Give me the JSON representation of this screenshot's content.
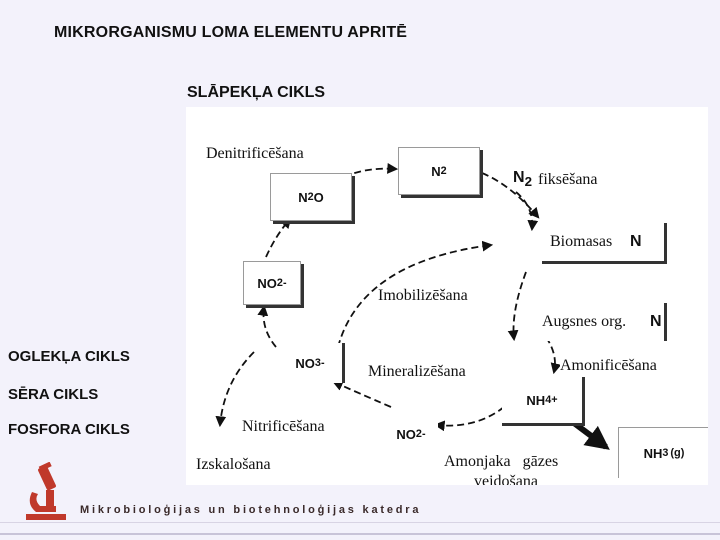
{
  "slide": {
    "title": "MIKRORGANISMU LOMA ELEMENTU APRITĒ",
    "subtitle": "SLĀPEKĻA CIKLS"
  },
  "side_links": [
    "OGLEKĻA CIKLS",
    "SĒRA CIKLS",
    "FOSFORA CIKLS"
  ],
  "diagram": {
    "boxes": {
      "n2": {
        "main": "N",
        "sub": "2"
      },
      "n2o": {
        "a": "N",
        "sub": "2",
        "b": "O"
      },
      "no2_top": {
        "main": "NO",
        "sub": "2",
        "sup": "-"
      },
      "no3": {
        "main": "NO",
        "sub": "3",
        "sup": "-"
      },
      "no2_bottom": {
        "main": "NO",
        "sub": "2",
        "sup": "-"
      },
      "nh4": {
        "main": "NH",
        "sub": "4",
        "sup": "+"
      },
      "nh3": {
        "main": "NH",
        "sub": "3",
        "suffix": "(g)"
      }
    },
    "labels": {
      "denitrification": "Denitrificēšana",
      "n2_fixation_chem": "N",
      "n2_fixation_sub": "2",
      "n2_fixation": "fiksēšana",
      "biomass": "Biomasas",
      "biomass_n": "N",
      "immobilization": "Imobilizēšana",
      "plant_org": "Augsnes org.",
      "plant_org_n": "N",
      "ammonification": "Amonificēšana",
      "mineralization": "Mineralizēšana",
      "nitrification": "Nitrificēšana",
      "leaching": "Izskalošana",
      "ammonia_gas_1": "Amonjaka   gāzes",
      "ammonia_gas_2": "veidošana"
    }
  },
  "footer": {
    "department": "Mikrobioloģijas un biotehnoloģijas katedra",
    "logo_icon": "microscope-icon"
  },
  "colors": {
    "background": "#f3f2fb",
    "diagram_bg": "#ffffff",
    "logo": "#c0392b"
  }
}
